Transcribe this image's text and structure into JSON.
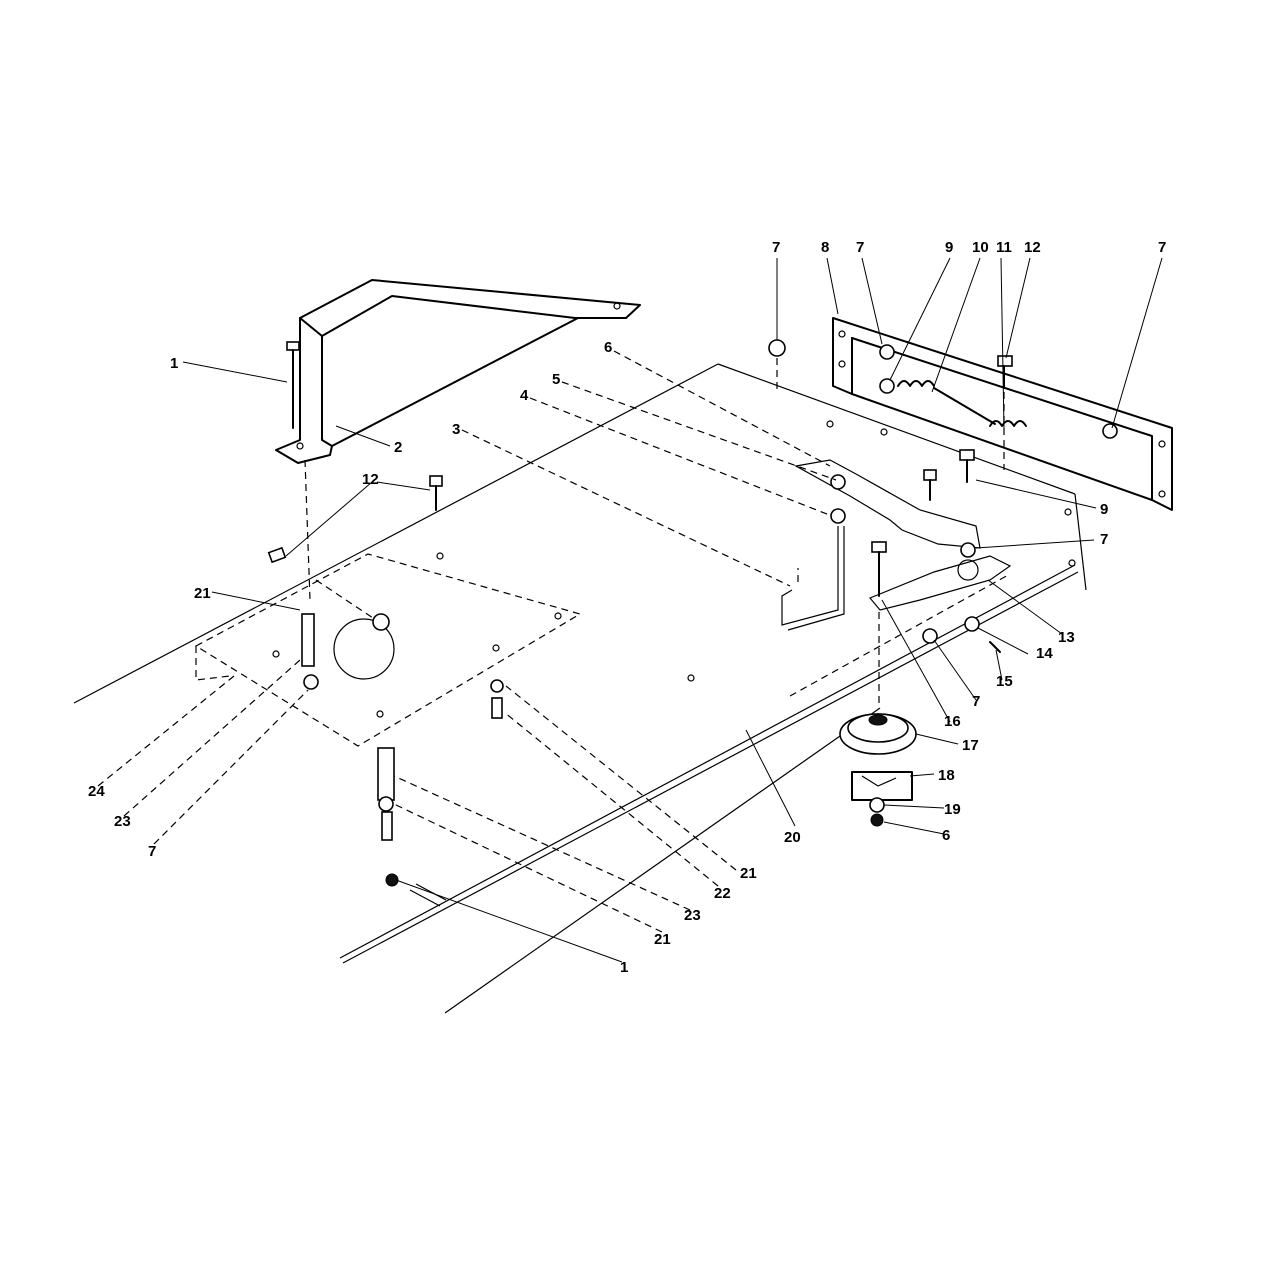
{
  "labels": [
    {
      "id": "l1a",
      "text": "1"
    },
    {
      "id": "l2",
      "text": "2"
    },
    {
      "id": "l3",
      "text": "3"
    },
    {
      "id": "l4",
      "text": "4"
    },
    {
      "id": "l5",
      "text": "5"
    },
    {
      "id": "l6a",
      "text": "6"
    },
    {
      "id": "l7a",
      "text": "7"
    },
    {
      "id": "l8",
      "text": "8"
    },
    {
      "id": "l7b",
      "text": "7"
    },
    {
      "id": "l9a",
      "text": "9"
    },
    {
      "id": "l10",
      "text": "10"
    },
    {
      "id": "l11",
      "text": "11"
    },
    {
      "id": "l12a",
      "text": "12"
    },
    {
      "id": "l7c",
      "text": "7"
    },
    {
      "id": "l12b",
      "text": "12"
    },
    {
      "id": "l21a",
      "text": "21"
    },
    {
      "id": "l9b",
      "text": "9"
    },
    {
      "id": "l7d",
      "text": "7"
    },
    {
      "id": "l13",
      "text": "13"
    },
    {
      "id": "l14",
      "text": "14"
    },
    {
      "id": "l15",
      "text": "15"
    },
    {
      "id": "l7e",
      "text": "7"
    },
    {
      "id": "l16",
      "text": "16"
    },
    {
      "id": "l17",
      "text": "17"
    },
    {
      "id": "l18",
      "text": "18"
    },
    {
      "id": "l19",
      "text": "19"
    },
    {
      "id": "l6b",
      "text": "6"
    },
    {
      "id": "l20",
      "text": "20"
    },
    {
      "id": "l21b",
      "text": "21"
    },
    {
      "id": "l22",
      "text": "22"
    },
    {
      "id": "l23a",
      "text": "23"
    },
    {
      "id": "l21c",
      "text": "21"
    },
    {
      "id": "l1b",
      "text": "1"
    },
    {
      "id": "l24",
      "text": "24"
    },
    {
      "id": "l23b",
      "text": "23"
    },
    {
      "id": "l7f",
      "text": "7"
    }
  ]
}
